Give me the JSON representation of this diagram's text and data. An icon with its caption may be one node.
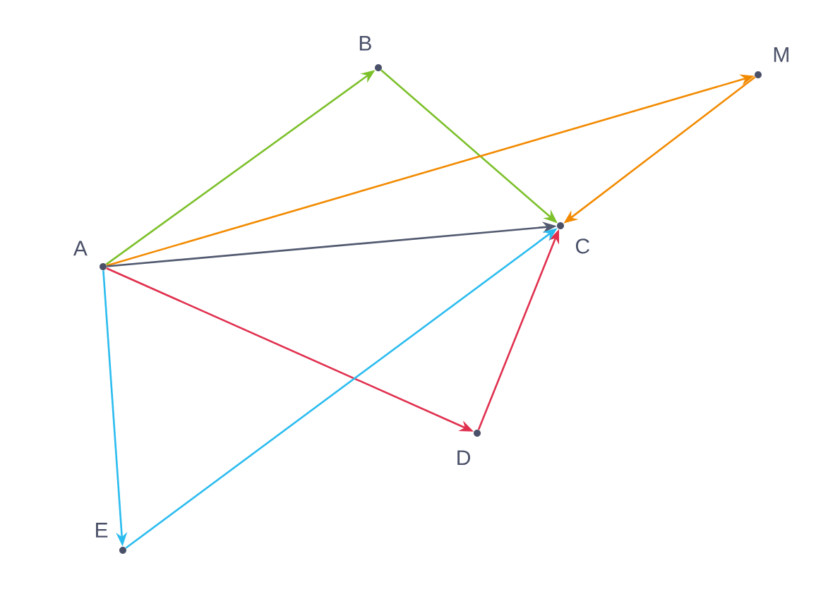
{
  "diagram": {
    "nodes": [
      {
        "text": [
          "A"
        ]
      },
      {
        "text": [
          "B"
        ]
      },
      {
        "text": [
          "C"
        ]
      },
      {
        "text": [
          "M"
        ]
      },
      {
        "text": [
          "D"
        ]
      },
      {
        "text": [
          "E"
        ]
      }
    ],
    "edges": [
      {
        "from": 0,
        "to": 1,
        "arrow": "to",
        "color": "#7cc02a"
      },
      {
        "from": 1,
        "to": 2,
        "arrow": "to",
        "color": "#7cc02a"
      },
      {
        "from": 0,
        "to": 3,
        "arrow": "to",
        "color": "#f28a00"
      },
      {
        "from": 3,
        "to": 2,
        "arrow": "to",
        "color": "#f28a00"
      },
      {
        "from": 0,
        "to": 2,
        "arrow": "to",
        "color": "#525a70"
      },
      {
        "from": 0,
        "to": 4,
        "arrow": "to",
        "color": "#e0304e"
      },
      {
        "from": 4,
        "to": 2,
        "arrow": "to",
        "color": "#e0304e"
      },
      {
        "from": 0,
        "to": 5,
        "arrow": "to",
        "color": "#2bbcef"
      },
      {
        "from": 5,
        "to": 2,
        "arrow": "to",
        "color": "#2bbcef"
      }
    ]
  }
}
